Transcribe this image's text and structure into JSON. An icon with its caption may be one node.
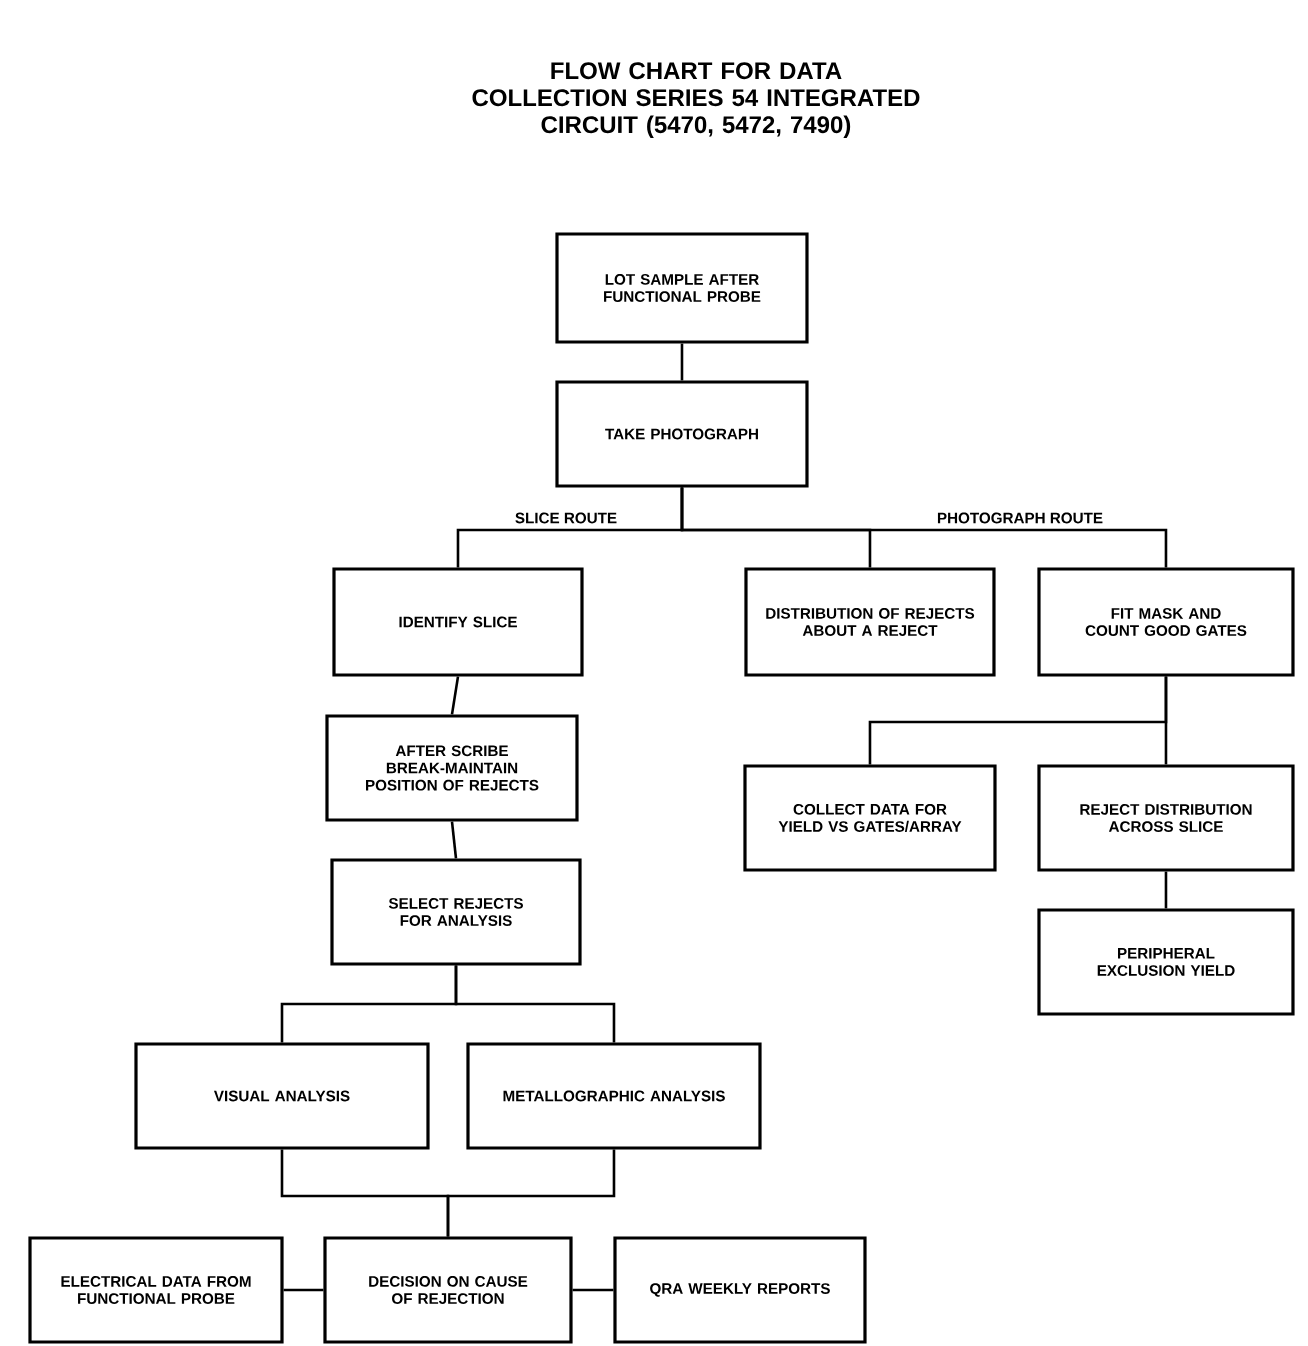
{
  "diagram": {
    "title": "FLOW CHART FOR DATA COLLECTION SERIES 54 INTEGRATED CIRCUIT (5470, 5472, 7490)",
    "nodes": [
      {
        "text": [
          "LOT SAMPLE AFTER FUNCTIONAL PROBE"
        ]
      },
      {
        "text": [
          "TAKE PHOTOGRAPH"
        ]
      },
      {
        "text": [
          "IDENTIFY SLICE"
        ]
      },
      {
        "text": [
          "DISTRIBUTION OF REJECTS ABOUT A REJECT"
        ]
      },
      {
        "text": [
          "FIT MASK AND COUNT GOOD GATES"
        ]
      },
      {
        "text": [
          "AFTER SCRIBE BREAK-MAINTAIN POSITION OF REJECTS"
        ]
      },
      {
        "text": [
          "COLLECT DATA FOR YIELD VS GATES/ARRAY"
        ]
      },
      {
        "text": [
          "REJECT DISTRIBUTION ACROSS SLICE"
        ]
      },
      {
        "text": [
          "SELECT REJECTS FOR ANALYSIS"
        ]
      },
      {
        "text": [
          "PERIPHERAL EXCLUSION YIELD"
        ]
      },
      {
        "text": [
          "VISUAL ANALYSIS"
        ]
      },
      {
        "text": [
          "METALLOGRAPHIC ANALYSIS"
        ]
      },
      {
        "text": [
          "ELECTRICAL DATA FROM FUNCTIONAL PROBE"
        ]
      },
      {
        "text": [
          "DECISION ON CAUSE OF REJECTION"
        ]
      },
      {
        "text": [
          "QRA WEEKLY REPORTS"
        ]
      }
    ],
    "edges": [
      {
        "from": 0,
        "to": 1,
        "arrow": "none"
      },
      {
        "from": 1,
        "to": 2,
        "arrow": "none"
      },
      {
        "from": 1,
        "to": 3,
        "arrow": "none"
      },
      {
        "from": 1,
        "to": 4,
        "arrow": "none"
      },
      {
        "from": 2,
        "to": 5,
        "arrow": "none"
      },
      {
        "from": 5,
        "to": 8,
        "arrow": "none"
      },
      {
        "from": 4,
        "to": 6,
        "arrow": "none"
      },
      {
        "from": 4,
        "to": 7,
        "arrow": "none"
      },
      {
        "from": 7,
        "to": 9,
        "arrow": "none"
      },
      {
        "from": 8,
        "to": 10,
        "arrow": "none"
      },
      {
        "from": 8,
        "to": 11,
        "arrow": "none"
      },
      {
        "from": 10,
        "to": 13,
        "arrow": "none"
      },
      {
        "from": 11,
        "to": 13,
        "arrow": "none"
      },
      {
        "from": 12,
        "to": 13,
        "arrow": "none"
      },
      {
        "from": 13,
        "to": 14,
        "arrow": "none"
      }
    ],
    "labels": [
      "SLICE ROUTE",
      "PHOTOGRAPH ROUTE"
    ]
  }
}
